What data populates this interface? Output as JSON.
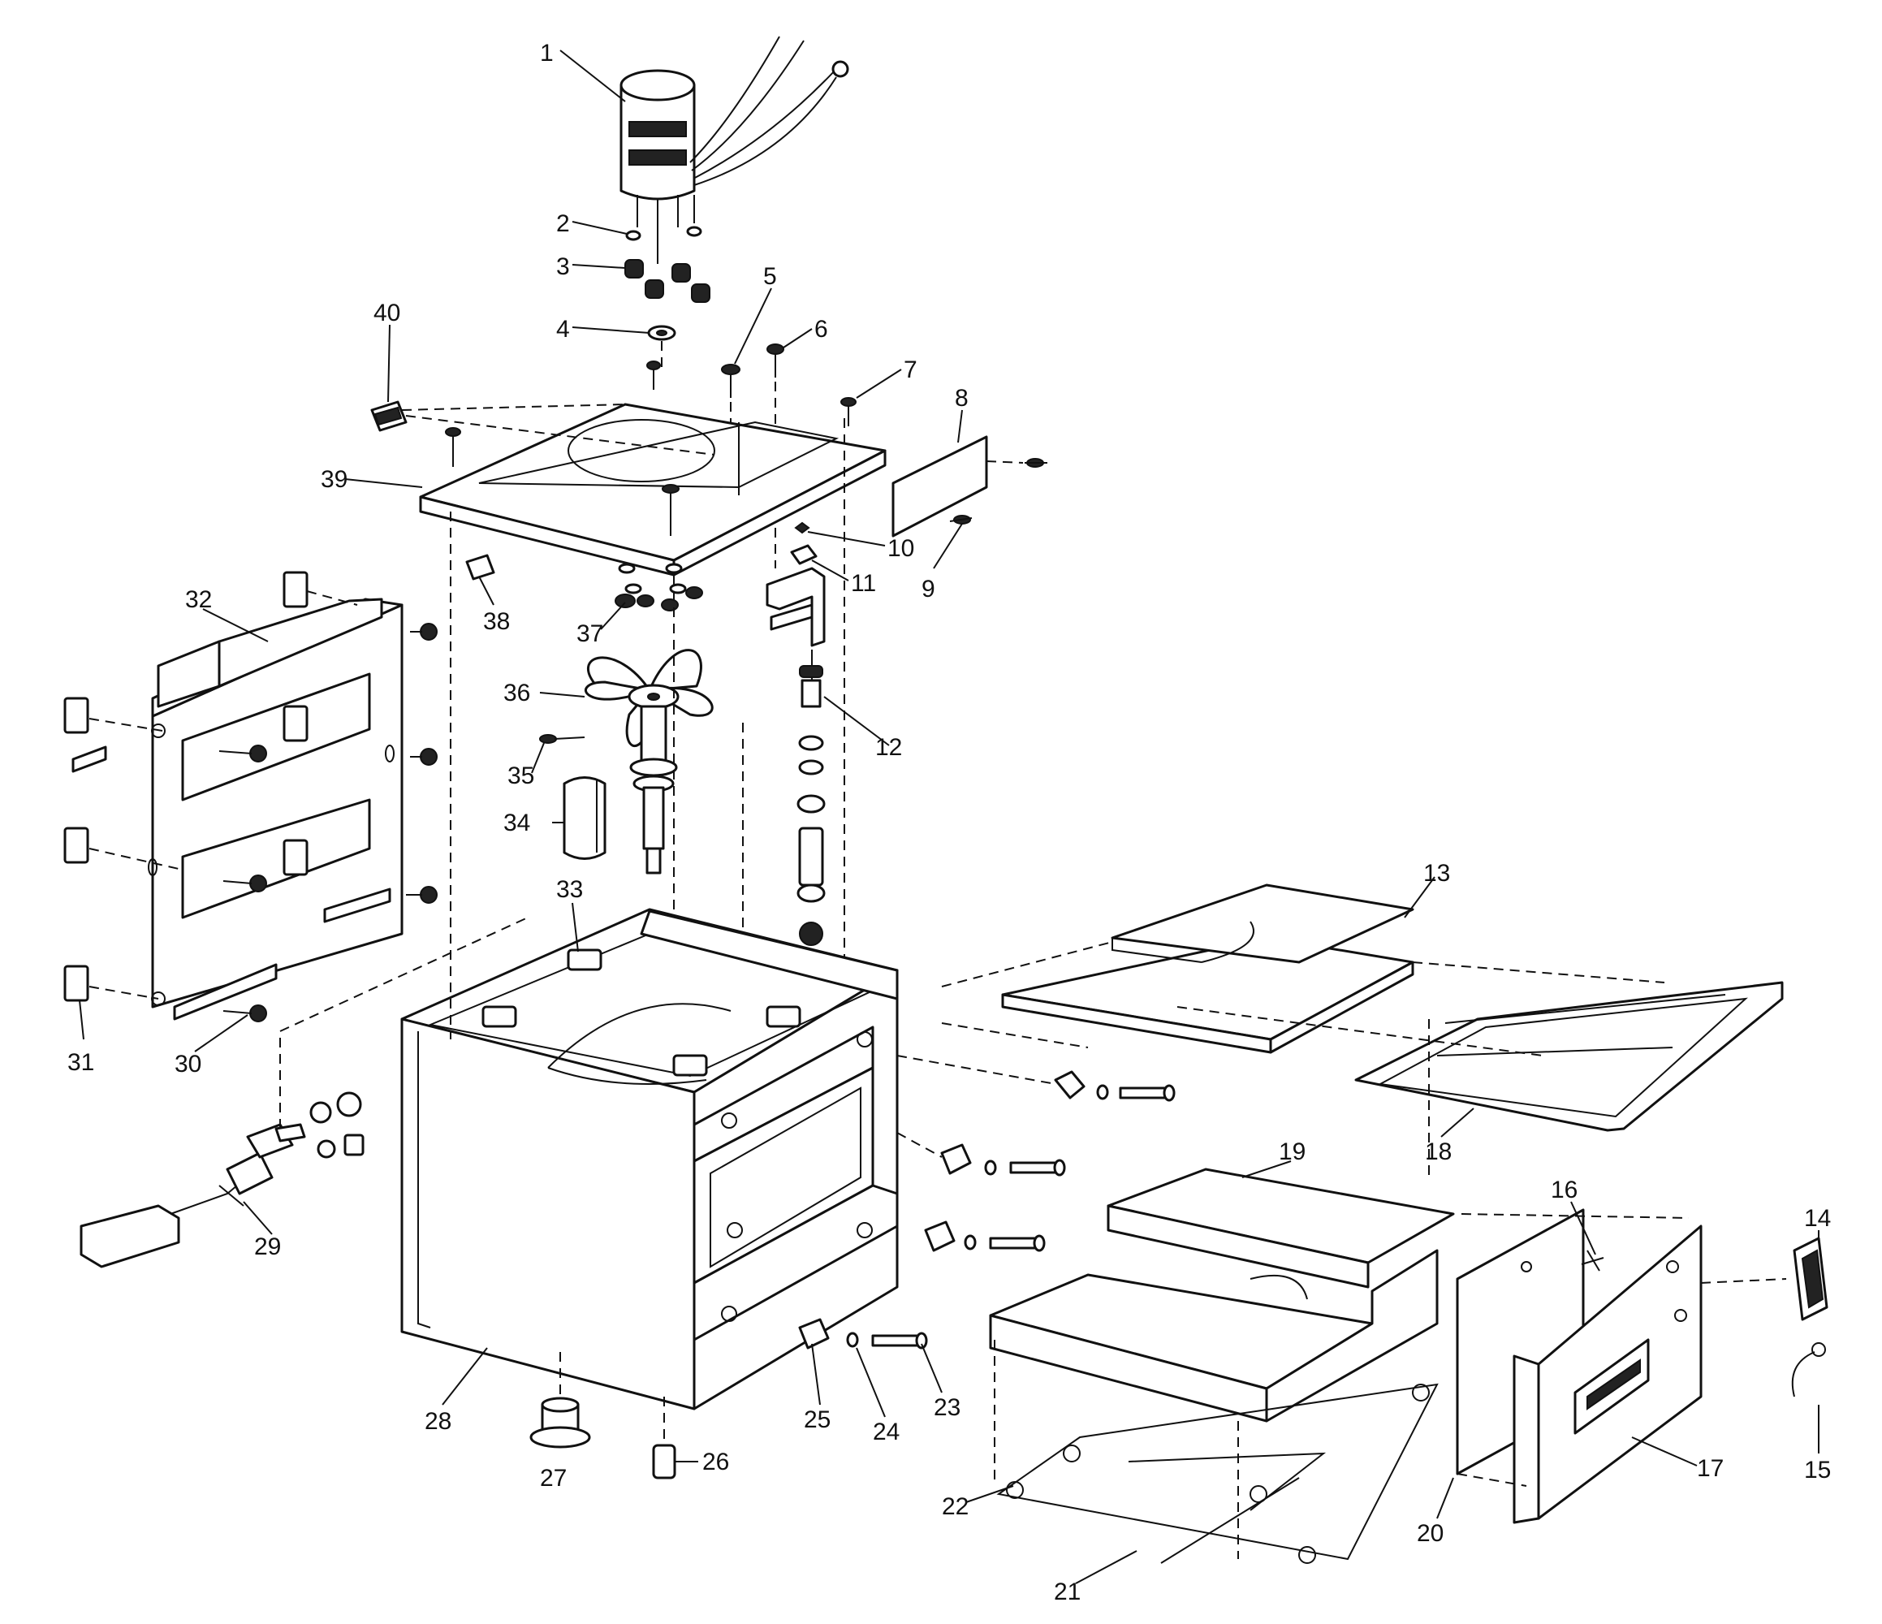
{
  "callouts": [
    {
      "label": "1"
    },
    {
      "label": "2"
    },
    {
      "label": "3"
    },
    {
      "label": "4"
    },
    {
      "label": "5"
    },
    {
      "label": "6"
    },
    {
      "label": "7"
    },
    {
      "label": "8"
    },
    {
      "label": "9"
    },
    {
      "label": "10"
    },
    {
      "label": "11"
    },
    {
      "label": "12"
    },
    {
      "label": "13"
    },
    {
      "label": "14"
    },
    {
      "label": "15"
    },
    {
      "label": "16"
    },
    {
      "label": "17"
    },
    {
      "label": "18"
    },
    {
      "label": "19"
    },
    {
      "label": "20"
    },
    {
      "label": "21"
    },
    {
      "label": "22"
    },
    {
      "label": "23"
    },
    {
      "label": "24"
    },
    {
      "label": "25"
    },
    {
      "label": "26"
    },
    {
      "label": "27"
    },
    {
      "label": "28"
    },
    {
      "label": "29"
    },
    {
      "label": "30"
    },
    {
      "label": "31"
    },
    {
      "label": "32"
    },
    {
      "label": "33"
    },
    {
      "label": "34"
    },
    {
      "label": "35"
    },
    {
      "label": "36"
    },
    {
      "label": "37"
    },
    {
      "label": "38"
    },
    {
      "label": "39"
    },
    {
      "label": "40"
    }
  ]
}
